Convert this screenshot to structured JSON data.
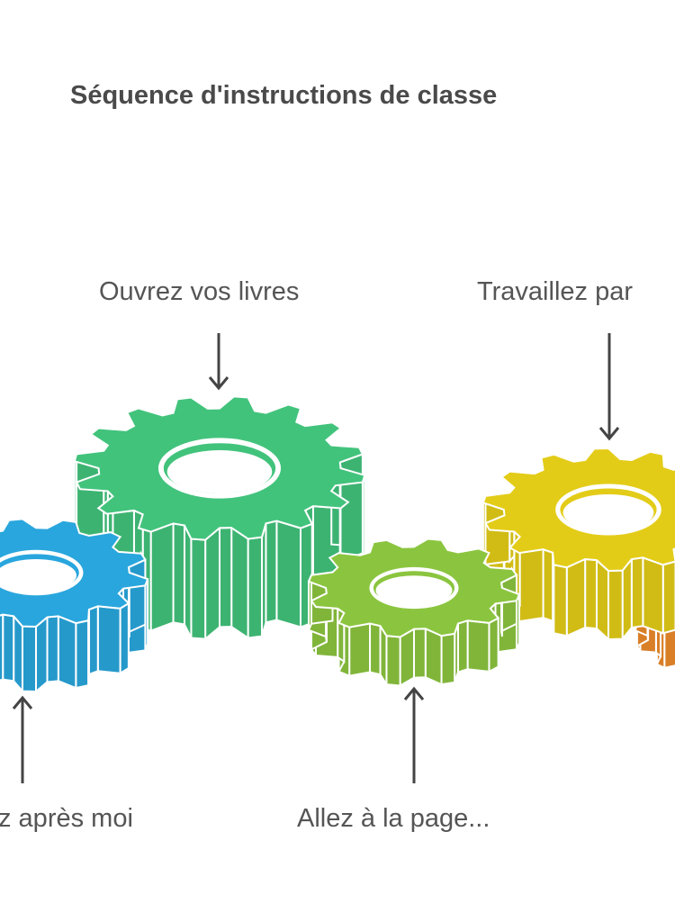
{
  "title": "Séquence d'instructions de classe",
  "steps": [
    {
      "label": "z après moi",
      "color": "#29a6dd",
      "arrow": "up"
    },
    {
      "label": "Ouvrez vos livres",
      "color": "#42c37c",
      "arrow": "down"
    },
    {
      "label": "Allez à la page...",
      "color": "#8bc53f",
      "arrow": "up"
    },
    {
      "label": "Travaillez par",
      "color": "#e3cc18",
      "arrow": "down"
    },
    {
      "label": "",
      "color": "#ec8a2c",
      "arrow": "none"
    }
  ],
  "colors": {
    "title": "#4a4a4a",
    "label": "#555555",
    "arrow": "#444444",
    "stroke": "#ffffff"
  },
  "icons": {
    "arrow_down": "arrow-down-icon",
    "arrow_up": "arrow-up-icon",
    "gear": "gear-icon"
  }
}
